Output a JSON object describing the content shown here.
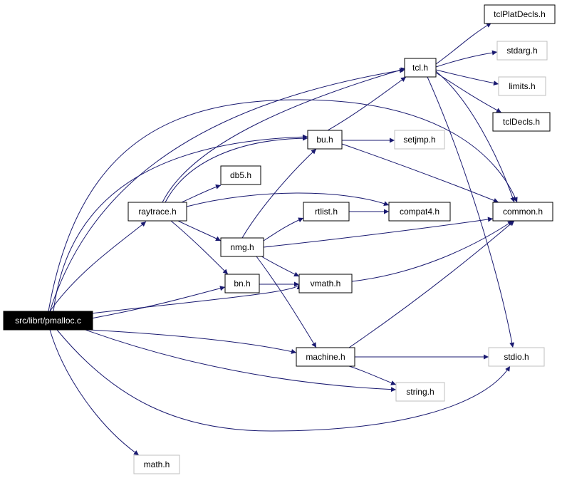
{
  "graph": {
    "edge_color": "#191970",
    "nodes": [
      {
        "id": "pmalloc",
        "label": "src/librt/pmalloc.c",
        "style": "root"
      },
      {
        "id": "tclPlatDecls",
        "label": "tclPlatDecls.h",
        "style": "normal"
      },
      {
        "id": "stdarg",
        "label": "stdarg.h",
        "style": "grey"
      },
      {
        "id": "tcl",
        "label": "tcl.h",
        "style": "normal"
      },
      {
        "id": "limits",
        "label": "limits.h",
        "style": "grey"
      },
      {
        "id": "tclDecls",
        "label": "tclDecls.h",
        "style": "normal"
      },
      {
        "id": "bu",
        "label": "bu.h",
        "style": "normal"
      },
      {
        "id": "setjmp",
        "label": "setjmp.h",
        "style": "grey"
      },
      {
        "id": "db5",
        "label": "db5.h",
        "style": "normal"
      },
      {
        "id": "raytrace",
        "label": "raytrace.h",
        "style": "normal"
      },
      {
        "id": "rtlist",
        "label": "rtlist.h",
        "style": "normal"
      },
      {
        "id": "compat4",
        "label": "compat4.h",
        "style": "normal"
      },
      {
        "id": "common",
        "label": "common.h",
        "style": "normal"
      },
      {
        "id": "nmg",
        "label": "nmg.h",
        "style": "normal"
      },
      {
        "id": "bn",
        "label": "bn.h",
        "style": "normal"
      },
      {
        "id": "vmath",
        "label": "vmath.h",
        "style": "normal"
      },
      {
        "id": "machine",
        "label": "machine.h",
        "style": "normal"
      },
      {
        "id": "stdio",
        "label": "stdio.h",
        "style": "grey"
      },
      {
        "id": "string",
        "label": "string.h",
        "style": "grey"
      },
      {
        "id": "math",
        "label": "math.h",
        "style": "grey"
      }
    ]
  }
}
